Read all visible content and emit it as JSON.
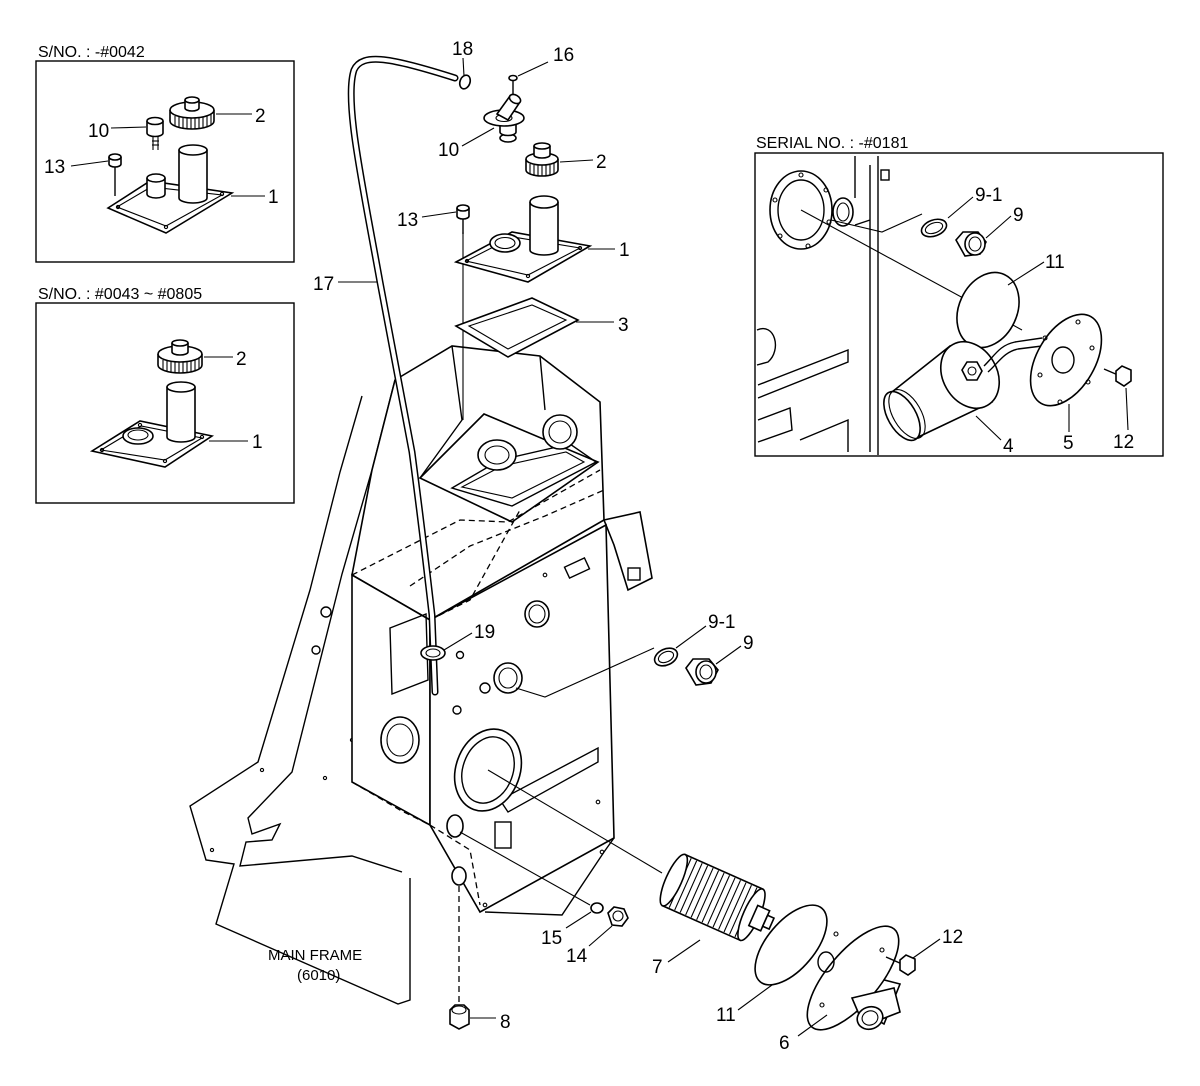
{
  "insets": {
    "sno_upto_0042": {
      "title": "S/NO. : -#0042",
      "callouts": {
        "c10": "10",
        "c2": "2",
        "c13": "13",
        "c1": "1"
      }
    },
    "sno_0043_0805": {
      "title": "S/NO. : #0043 ~ #0805",
      "callouts": {
        "c2": "2",
        "c1": "1"
      }
    },
    "serial_upto_0181": {
      "title": "SERIAL NO. : -#0181",
      "callouts": {
        "c9_1": "9-1",
        "c9": "9",
        "c11": "11",
        "c4": "4",
        "c5": "5",
        "c12": "12"
      }
    }
  },
  "main": {
    "callouts": {
      "c18": "18",
      "c16": "16",
      "c10": "10",
      "c2": "2",
      "c13": "13",
      "c1": "1",
      "c3": "3",
      "c17": "17",
      "c19": "19",
      "c9_1": "9-1",
      "c9": "9",
      "c15": "15",
      "c14": "14",
      "c7": "7",
      "c11": "11",
      "c12": "12",
      "c6": "6",
      "c8": "8"
    },
    "frame_label": "MAIN FRAME",
    "frame_code": "(6010)"
  }
}
